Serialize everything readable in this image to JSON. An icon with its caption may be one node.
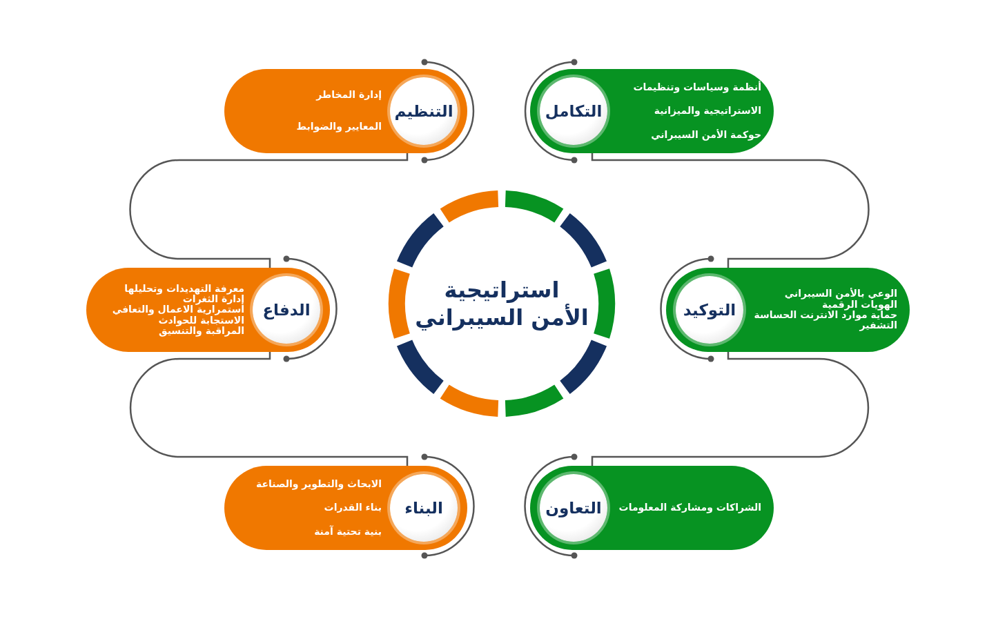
{
  "diagram": {
    "nodes": [
      {
        "text": [
          "استراتيجية الأمن السيبراني"
        ]
      },
      {
        "text": [
          "أنظمة وسياسات وتنظيمات",
          "الاستراتيجية والميزانية",
          "حوكمة الأمن السيبراني",
          "التكامل"
        ]
      },
      {
        "text": [
          "التنظيم",
          "إدارة المخاطر",
          "المعايير والضوابط"
        ]
      },
      {
        "text": [
          "الوعي بالأمن السيبراني",
          "الهويات الرقمية",
          "حماية موارد الانترنت الحساسة",
          "التشفير",
          "التوكيد"
        ]
      },
      {
        "text": [
          "الدفاع",
          "معرفة التهديدات وتحليلها",
          "إدارة الثغرات",
          "استمرارية الاعمال والتعافي",
          "الاستجابة للحوادث",
          "المراقبة والتنسيق"
        ]
      },
      {
        "text": [
          "الشراكات ومشاركة المعلومات",
          "التعاون"
        ]
      },
      {
        "text": [
          "البناء",
          "الابحاث والتطوير والصناعة",
          "بناء القدرات",
          "بنية تحتية آمنة"
        ]
      }
    ],
    "edges": [
      {
        "from": 2,
        "to": 4,
        "arrow": "none"
      },
      {
        "from": 4,
        "to": 6,
        "arrow": "none"
      },
      {
        "from": 1,
        "to": 3,
        "arrow": "none"
      },
      {
        "from": 3,
        "to": 5,
        "arrow": "none"
      }
    ]
  }
}
